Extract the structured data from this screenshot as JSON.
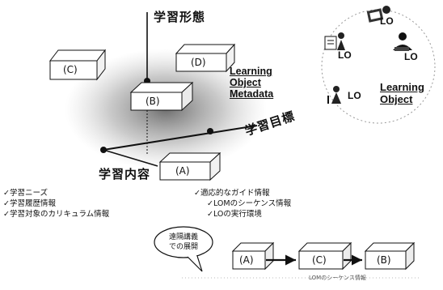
{
  "axes": {
    "vertical": "学習形態",
    "diagonal": "学習目標",
    "horizontal": "学習内容"
  },
  "boxes": [
    "(C)",
    "(D)",
    "(B)",
    "(A)"
  ],
  "lom": [
    "Learning",
    "Object",
    "Metadata"
  ],
  "learning_object": {
    "title_line1": "Learning",
    "title_line2": "Object",
    "items": [
      "LO",
      "LO",
      "LO",
      "LO"
    ]
  },
  "needs_list": [
    "学習ニーズ",
    "学習履歴情報",
    "学習対象のカリキュラム情報"
  ],
  "guide": {
    "title": "適応的なガイド情報",
    "items": [
      "LOMのシーケンス情報",
      "LOの実行環境"
    ]
  },
  "bubble": [
    "遠隔講義",
    "での展開"
  ],
  "sequence": {
    "boxes": [
      "(A)",
      "(C)",
      "(B)"
    ],
    "caption": "LOMのシーケンス情報"
  }
}
